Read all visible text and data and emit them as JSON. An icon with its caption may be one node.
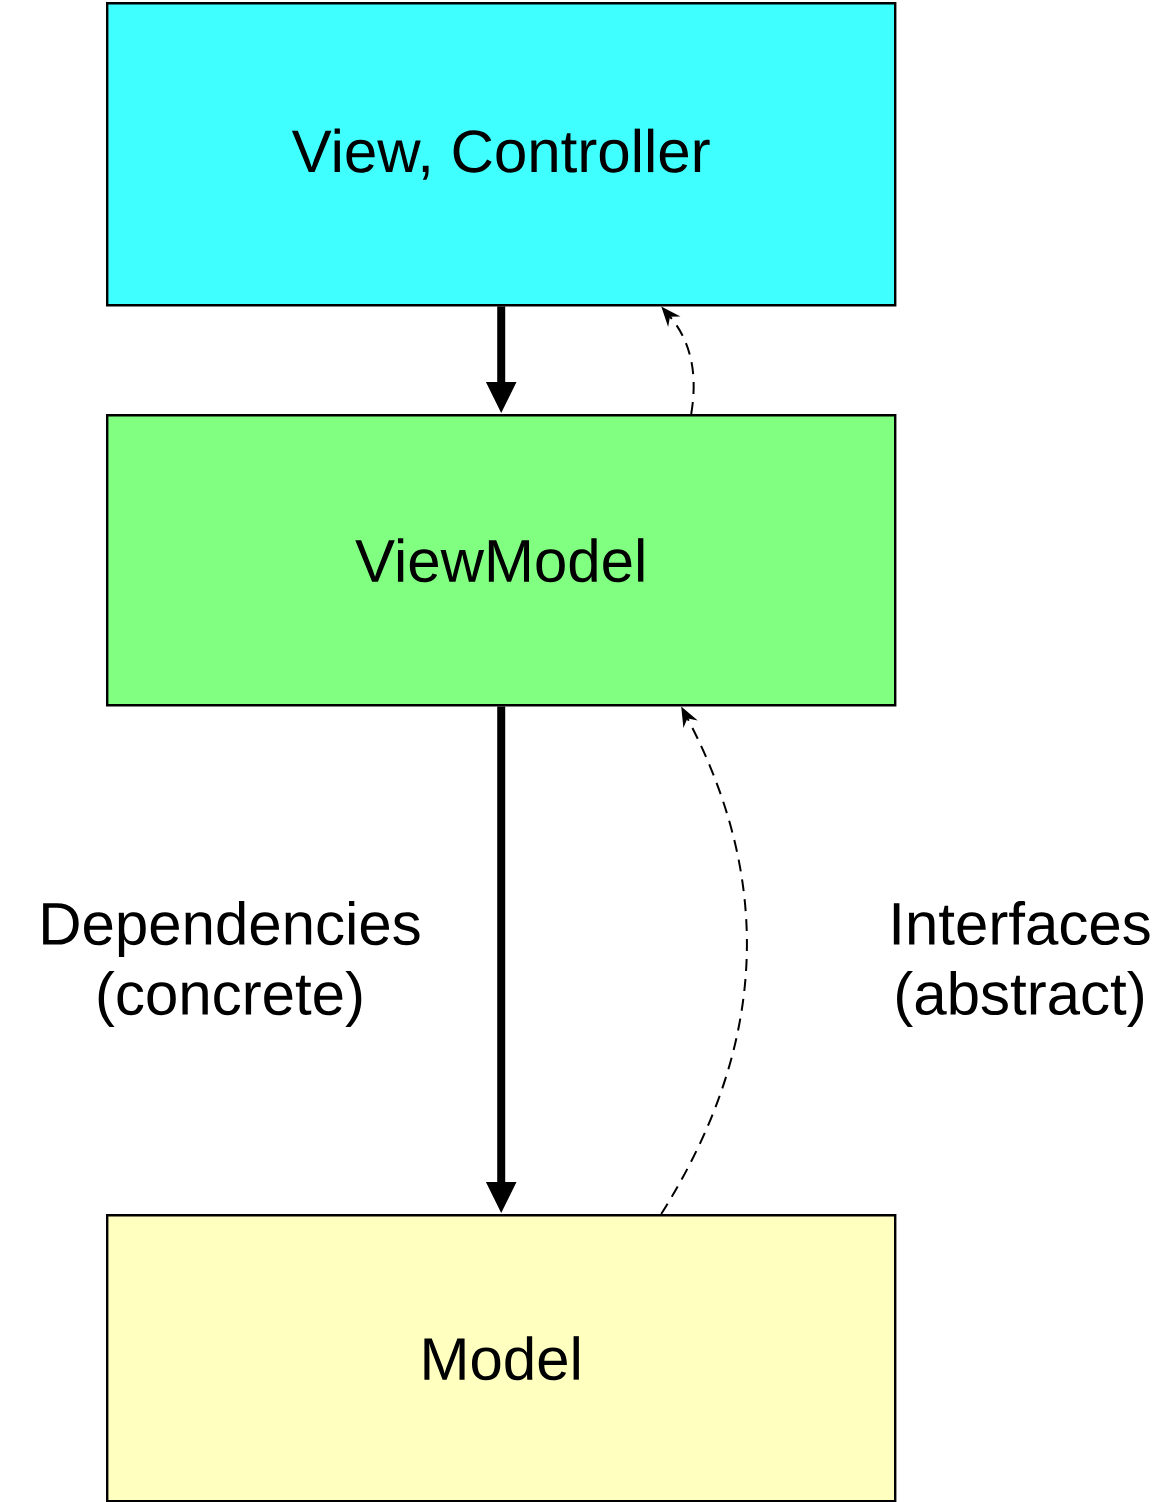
{
  "diagram": {
    "nodes": [
      {
        "text": [
          "View, Controller"
        ]
      },
      {
        "text": [
          "ViewModel"
        ]
      },
      {
        "text": [
          "Model"
        ]
      }
    ],
    "edges": [
      {
        "from": 0,
        "to": 1,
        "arrow": "to",
        "style": "thick"
      },
      {
        "from": 1,
        "to": 0,
        "arrow": "to",
        "style": "dashed"
      },
      {
        "from": 1,
        "to": 2,
        "arrow": "to",
        "style": "thick",
        "label": "Dependencies (concrete)"
      },
      {
        "from": 2,
        "to": 1,
        "arrow": "to",
        "style": "dashed",
        "label": "Interfaces (abstract)"
      }
    ]
  }
}
